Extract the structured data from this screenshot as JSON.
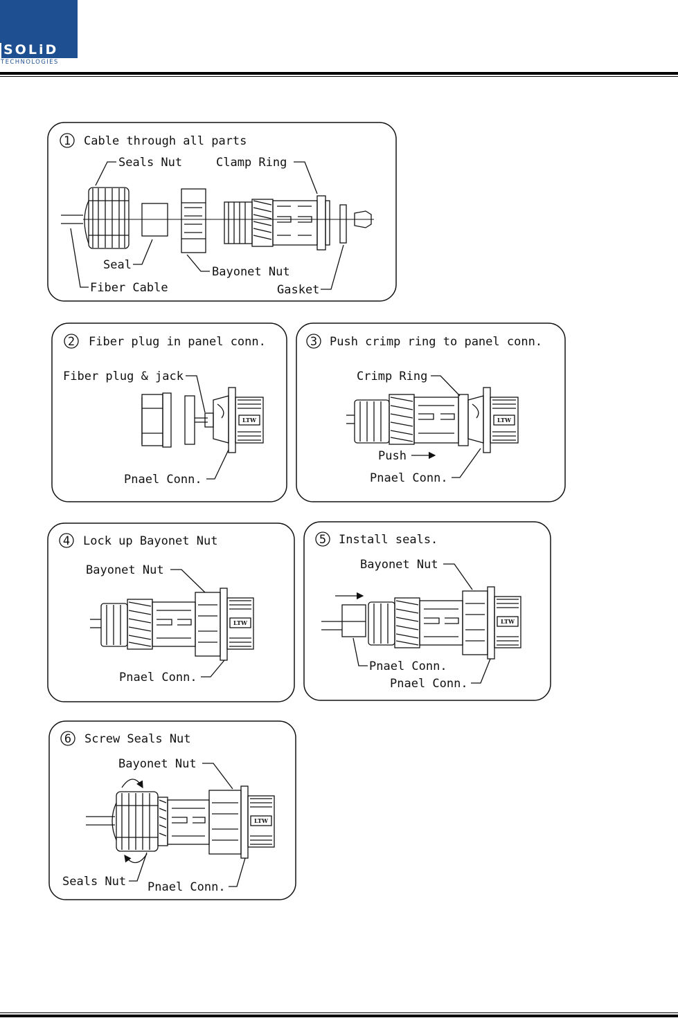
{
  "logo": {
    "main": "SOLiD",
    "sub": "TECHNOLOGIES"
  },
  "steps": [
    {
      "num": "1",
      "title": "Cable through all parts",
      "labels": {
        "seals_nut": "Seals Nut",
        "clamp_ring": "Clamp Ring",
        "seal": "Seal",
        "bayonet_nut": "Bayonet Nut",
        "fiber_cable": "Fiber Cable",
        "gasket": "Gasket"
      }
    },
    {
      "num": "2",
      "title": "Fiber plug in panel conn.",
      "labels": {
        "fiber_plug_jack": "Fiber plug & jack",
        "panel_conn": "Pnael Conn."
      }
    },
    {
      "num": "3",
      "title": "Push crimp ring to panel conn.",
      "labels": {
        "crimp_ring": "Crimp Ring",
        "push": "Push",
        "panel_conn": "Pnael Conn."
      }
    },
    {
      "num": "4",
      "title": "Lock up Bayonet Nut",
      "labels": {
        "bayonet_nut": "Bayonet Nut",
        "panel_conn": "Pnael Conn."
      }
    },
    {
      "num": "5",
      "title": "Install seals.",
      "labels": {
        "bayonet_nut": "Bayonet Nut",
        "panel_conn_1": "Pnael Conn.",
        "panel_conn_2": "Pnael Conn."
      }
    },
    {
      "num": "6",
      "title": "Screw Seals Nut",
      "labels": {
        "bayonet_nut": "Bayonet Nut",
        "seals_nut": "Seals Nut",
        "panel_conn": "Pnael Conn."
      }
    }
  ],
  "brand_mark": "LTW"
}
